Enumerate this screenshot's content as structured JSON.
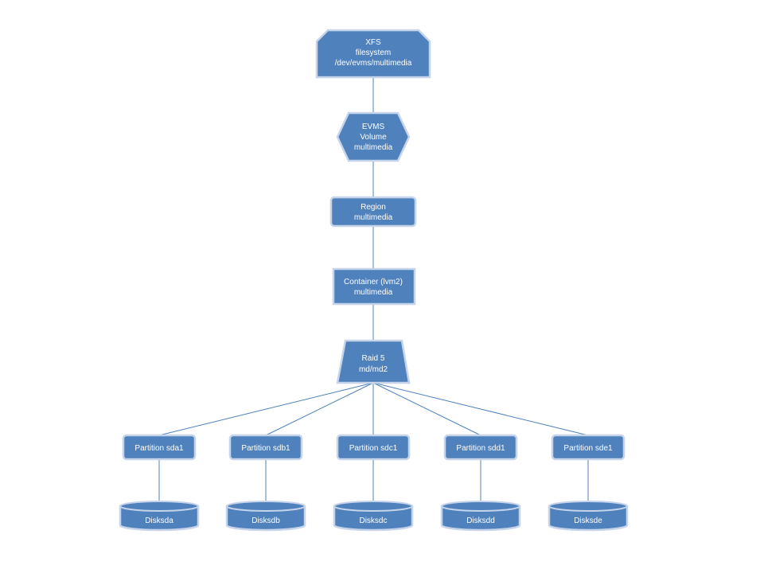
{
  "colors": {
    "node_fill": "#4f81bd",
    "node_border": "#c6d4ea",
    "connector": "#4f81bd",
    "text": "#ffffff"
  },
  "nodes": {
    "xfs": {
      "shape": "snipped-rectangle",
      "lines": [
        "XFS",
        "filesystem",
        "/dev/evms/multimedia"
      ]
    },
    "evms": {
      "shape": "hexagon",
      "lines": [
        "EVMS",
        "Volume",
        "multimedia"
      ]
    },
    "region": {
      "shape": "rounded-rectangle",
      "lines": [
        "Region",
        "multimedia"
      ]
    },
    "container": {
      "shape": "rectangle",
      "lines": [
        "Container (lvm2)",
        "multimedia"
      ]
    },
    "raid": {
      "shape": "trapezoid",
      "lines": [
        "Raid 5",
        "md/md2"
      ]
    }
  },
  "partitions": [
    {
      "label": "Partition sda1",
      "disk": "Disksda"
    },
    {
      "label": "Partition sdb1",
      "disk": "Disksdb"
    },
    {
      "label": "Partition sdc1",
      "disk": "Disksdc"
    },
    {
      "label": "Partition sdd1",
      "disk": "Disksdd"
    },
    {
      "label": "Partition sde1",
      "disk": "Disksde"
    }
  ]
}
